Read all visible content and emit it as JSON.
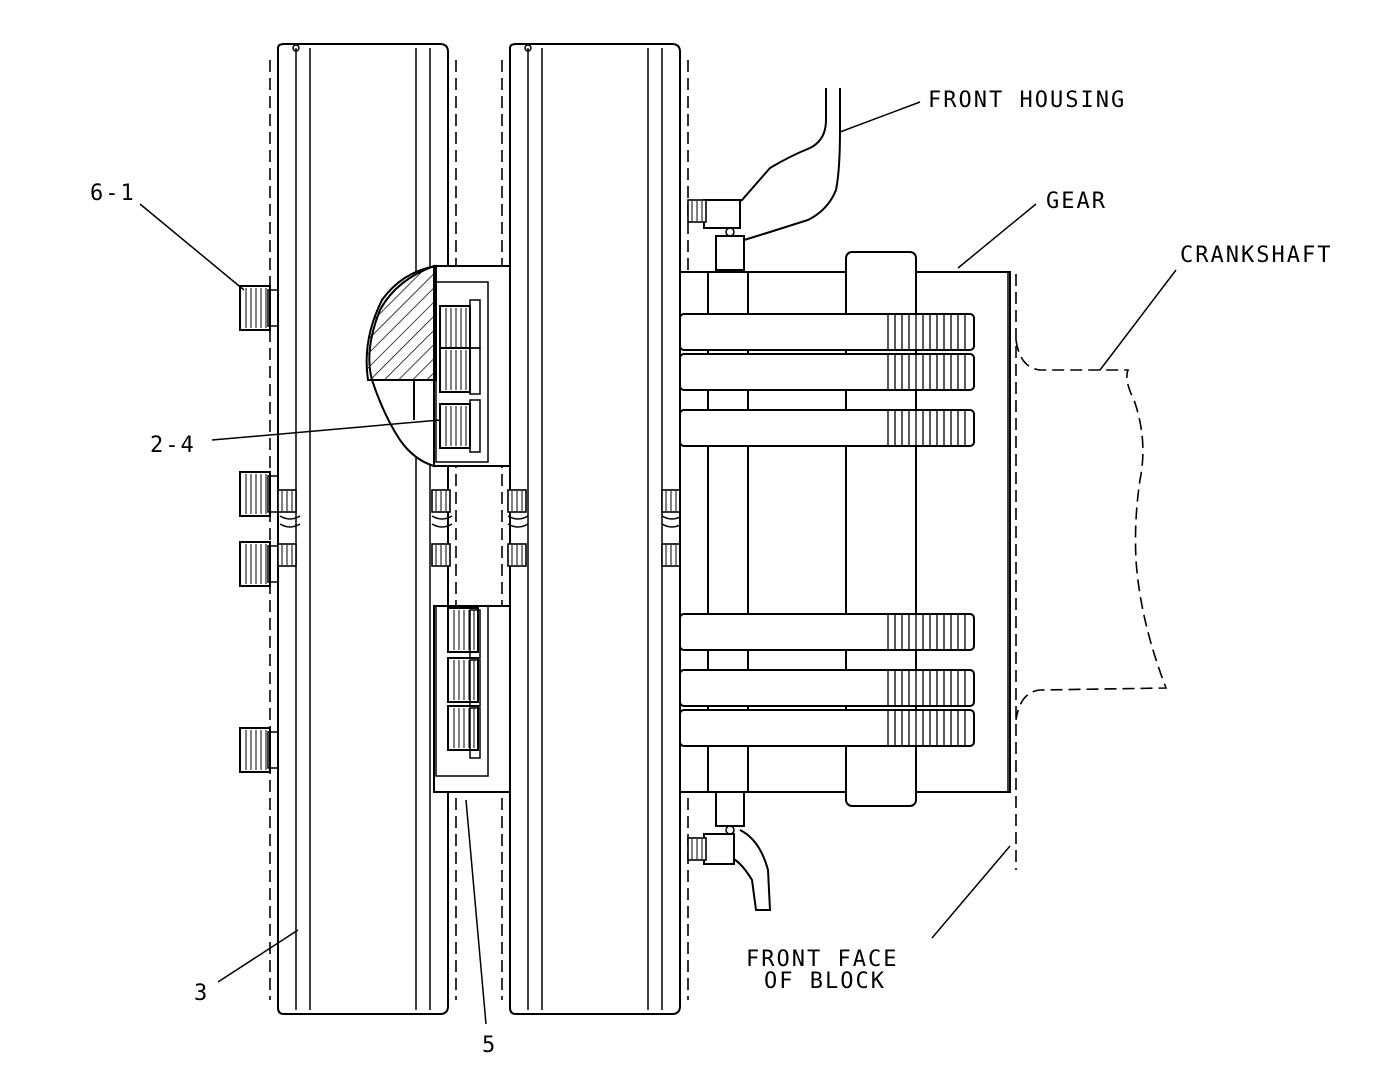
{
  "diagram": {
    "labels": {
      "front_housing": "FRONT HOUSING",
      "gear": "GEAR",
      "crankshaft": "CRANKSHAFT",
      "callout_6_1": "6-1",
      "callout_2_4": "2-4",
      "callout_3": "3",
      "callout_5": "5",
      "front_face_line1": "FRONT FACE",
      "front_face_line2": "OF BLOCK"
    }
  }
}
